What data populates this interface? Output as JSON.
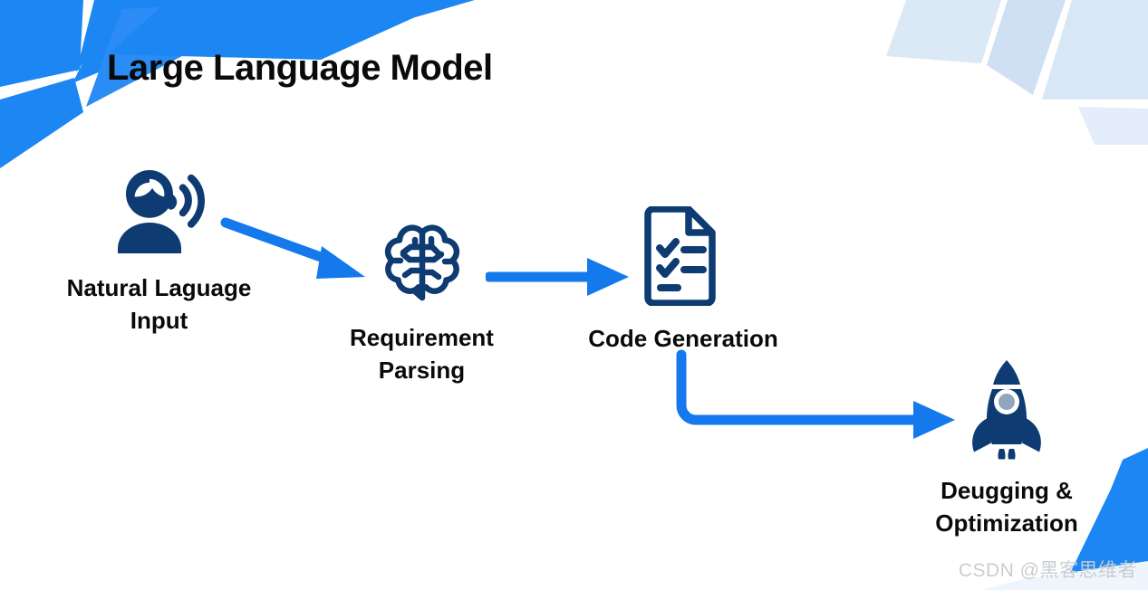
{
  "slide": {
    "title": "Large Language Model",
    "background_color": "#ffffff",
    "accent_blue": "#1479ec",
    "pale_blue": "#dce9f7",
    "icon_navy": "#0d3b72",
    "title_color": "#0a0a0a"
  },
  "flow": {
    "nodes": [
      {
        "id": "natural-language-input",
        "icon": "person-speaking-icon",
        "label": "Natural Laguage\nInput"
      },
      {
        "id": "requirement-parsing",
        "icon": "brain-icon",
        "label": "Requirement\nParsing"
      },
      {
        "id": "code-generation",
        "icon": "document-checklist-icon",
        "label": "Code Generation"
      },
      {
        "id": "debugging-optimization",
        "icon": "rocket-icon",
        "label": "Deugging &\nOptimization"
      }
    ],
    "arrows": [
      {
        "id": "arrow-nl-to-requirement",
        "icon": "arrow-diagonal-right-down-icon",
        "from": "natural-language-input",
        "to": "requirement-parsing"
      },
      {
        "id": "arrow-requirement-to-code",
        "icon": "arrow-right-icon",
        "from": "requirement-parsing",
        "to": "code-generation"
      },
      {
        "id": "arrow-code-to-debugging",
        "icon": "arrow-elbow-down-right-icon",
        "from": "code-generation",
        "to": "debugging-optimization"
      }
    ]
  },
  "watermark": {
    "text": "CSDN @黑客思维者"
  }
}
